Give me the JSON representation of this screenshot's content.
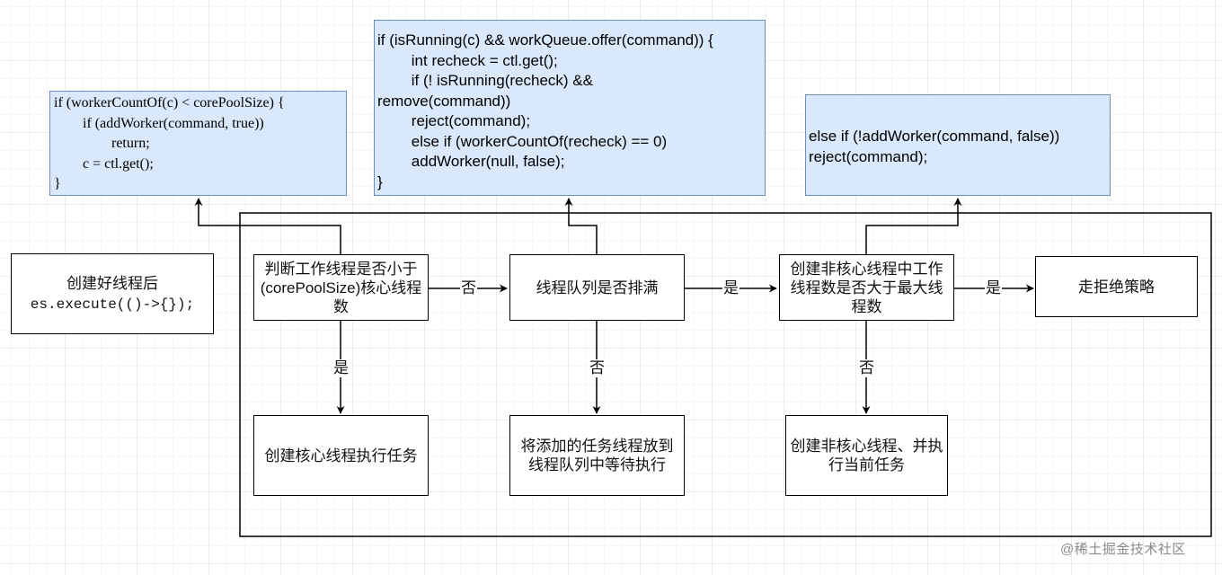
{
  "code_blocks": {
    "core_pool_check": "if (workerCountOf(c) < corePoolSize) {\n        if (addWorker(command, true))\n                return;\n        c = ctl.get();\n}",
    "queue_offer": "if (isRunning(c) && workQueue.offer(command)) {\n        int recheck = ctl.get();\n        if (! isRunning(recheck) &&\nremove(command))\n        reject(command);\n        else if (workerCountOf(recheck) == 0)\n        addWorker(null, false);\n}",
    "reject_branch": "else if (!addWorker(command, false))\nreject(command);"
  },
  "nodes": {
    "start_line1": "创建好线程后",
    "start_line2": "es.execute(()->{});",
    "check_core": "判断工作线程是否小于(corePoolSize)核心线程数",
    "check_queue": "线程队列是否排满",
    "check_max": "创建非核心线程中工作线程数是否大于最大线程数",
    "reject": "走拒绝策略",
    "create_core": "创建核心线程执行任务",
    "enqueue": "将添加的任务线程放到线程队列中等待执行",
    "create_noncore": "创建非核心线程、并执行当前任务"
  },
  "edge_labels": {
    "core_no": "否",
    "queue_yes": "是",
    "max_yes": "是",
    "core_yes": "是",
    "queue_no": "否",
    "max_no": "否"
  },
  "watermark": "@稀土掘金技术社区",
  "colors": {
    "code_fill": "#dae8fc",
    "code_stroke": "#6c8ebf",
    "line": "#000000"
  }
}
